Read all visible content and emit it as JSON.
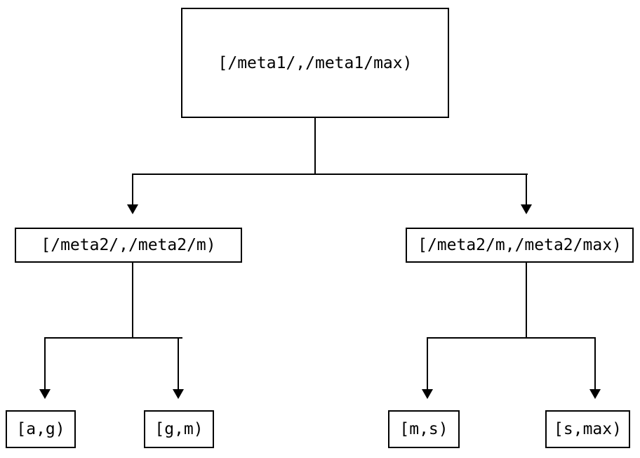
{
  "diagram": {
    "type": "tree",
    "title": "",
    "background_color": "#ffffff",
    "line_color": "#000000",
    "text_color": "#000000",
    "root": {
      "label": "[/meta1/,/meta1/max)"
    },
    "level2": [
      {
        "label": "[/meta2/,/meta2/m)"
      },
      {
        "label": "[/meta2/m,/meta2/max)"
      }
    ],
    "leaves": [
      {
        "label": "[a,g)"
      },
      {
        "label": "[g,m)"
      },
      {
        "label": "[m,s)"
      },
      {
        "label": "[s,max)"
      }
    ]
  }
}
